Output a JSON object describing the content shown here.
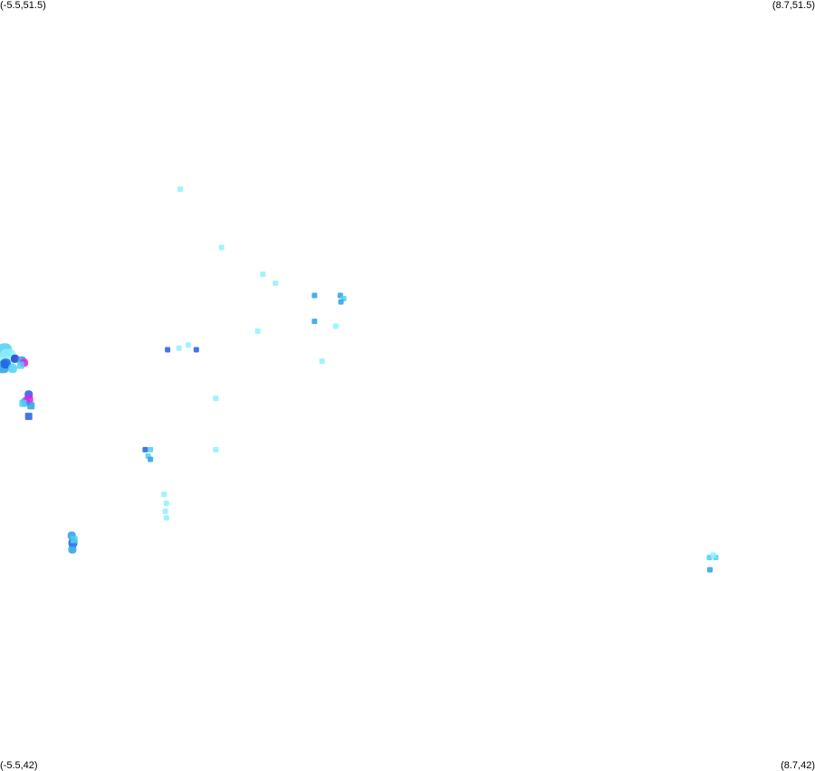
{
  "corners": {
    "top_left": "(-5.5,51.5)",
    "top_right": "(8.7,51.5)",
    "bottom_left": "(-5.5,42)",
    "bottom_right": "(8.7,42)"
  },
  "bounds": {
    "lon_min": -5.5,
    "lon_max": 8.7,
    "lat_min": 42,
    "lat_max": 51.5
  },
  "palette": {
    "pale": "#8ff0ff",
    "light": "#4fd0f2",
    "mid": "#2aa0e6",
    "blue": "#1f5fe0",
    "dark": "#2040d0",
    "magenta": "#e020e0"
  },
  "points": [
    {
      "lon": -2.36,
      "lat": 49.17,
      "c": "pale"
    },
    {
      "lon": -1.64,
      "lat": 48.45,
      "c": "pale"
    },
    {
      "lon": -0.92,
      "lat": 48.12,
      "c": "pale"
    },
    {
      "lon": -0.7,
      "lat": 48.01,
      "c": "pale"
    },
    {
      "lon": -0.02,
      "lat": 47.86,
      "c": "mid"
    },
    {
      "lon": 0.43,
      "lat": 47.86,
      "c": "mid"
    },
    {
      "lon": 0.49,
      "lat": 47.82,
      "c": "light"
    },
    {
      "lon": 0.44,
      "lat": 47.78,
      "c": "mid"
    },
    {
      "lon": -0.02,
      "lat": 47.54,
      "c": "mid"
    },
    {
      "lon": 0.35,
      "lat": 47.48,
      "c": "pale"
    },
    {
      "lon": -1.01,
      "lat": 47.42,
      "c": "pale"
    },
    {
      "lon": 0.11,
      "lat": 47.05,
      "c": "pale"
    },
    {
      "lon": -2.58,
      "lat": 47.19,
      "c": "blue"
    },
    {
      "lon": -2.38,
      "lat": 47.21,
      "c": "pale"
    },
    {
      "lon": -2.22,
      "lat": 47.25,
      "c": "pale"
    },
    {
      "lon": -2.08,
      "lat": 47.19,
      "c": "blue"
    },
    {
      "lon": -1.74,
      "lat": 46.59,
      "c": "pale"
    },
    {
      "lon": -1.74,
      "lat": 45.96,
      "c": "pale"
    },
    {
      "lon": -2.97,
      "lat": 45.96,
      "c": "blue"
    },
    {
      "lon": -2.88,
      "lat": 45.96,
      "c": "light"
    },
    {
      "lon": -2.92,
      "lat": 45.88,
      "c": "light"
    },
    {
      "lon": -2.88,
      "lat": 45.84,
      "c": "mid"
    },
    {
      "lon": -2.64,
      "lat": 45.41,
      "c": "pale"
    },
    {
      "lon": -2.6,
      "lat": 45.3,
      "c": "pale"
    },
    {
      "lon": -2.62,
      "lat": 45.2,
      "c": "pale"
    },
    {
      "lon": -2.6,
      "lat": 45.12,
      "c": "pale"
    },
    {
      "lon": -4.25,
      "lat": 44.9,
      "c": "mid",
      "s": 9
    },
    {
      "lon": -4.23,
      "lat": 44.81,
      "c": "blue",
      "s": 10
    },
    {
      "lon": -4.24,
      "lat": 44.73,
      "c": "mid",
      "s": 9
    },
    {
      "lon": -4.21,
      "lat": 44.85,
      "c": "light",
      "s": 8
    },
    {
      "lon": 6.97,
      "lat": 44.63,
      "c": "light"
    },
    {
      "lon": 6.86,
      "lat": 44.63,
      "c": "light"
    },
    {
      "lon": 6.93,
      "lat": 44.66,
      "c": "pale"
    },
    {
      "lon": 6.87,
      "lat": 44.48,
      "c": "mid"
    },
    {
      "lon": -5.42,
      "lat": 47.18,
      "c": "light",
      "s": 16
    },
    {
      "lon": -5.36,
      "lat": 47.1,
      "c": "pale",
      "s": 18
    },
    {
      "lon": -5.45,
      "lat": 46.98,
      "c": "mid",
      "s": 14
    },
    {
      "lon": -5.4,
      "lat": 47.02,
      "c": "blue",
      "s": 11
    },
    {
      "lon": -5.24,
      "lat": 47.08,
      "c": "dark",
      "s": 9
    },
    {
      "lon": -5.28,
      "lat": 46.96,
      "c": "light",
      "s": 10
    },
    {
      "lon": -5.12,
      "lat": 47.06,
      "c": "mid",
      "s": 9
    },
    {
      "lon": -5.08,
      "lat": 47.03,
      "c": "magenta",
      "s": 9
    },
    {
      "lon": -5.14,
      "lat": 47.0,
      "c": "light",
      "s": 8
    },
    {
      "lon": -5.0,
      "lat": 46.64,
      "c": "blue",
      "s": 9
    },
    {
      "lon": -5.05,
      "lat": 46.55,
      "c": "mid",
      "s": 10
    },
    {
      "lon": -5.0,
      "lat": 46.58,
      "c": "magenta",
      "s": 10
    },
    {
      "lon": -5.1,
      "lat": 46.53,
      "c": "light",
      "s": 8
    },
    {
      "lon": -4.96,
      "lat": 46.5,
      "c": "mid",
      "s": 8
    },
    {
      "lon": -5.0,
      "lat": 46.37,
      "c": "blue",
      "s": 8
    }
  ]
}
